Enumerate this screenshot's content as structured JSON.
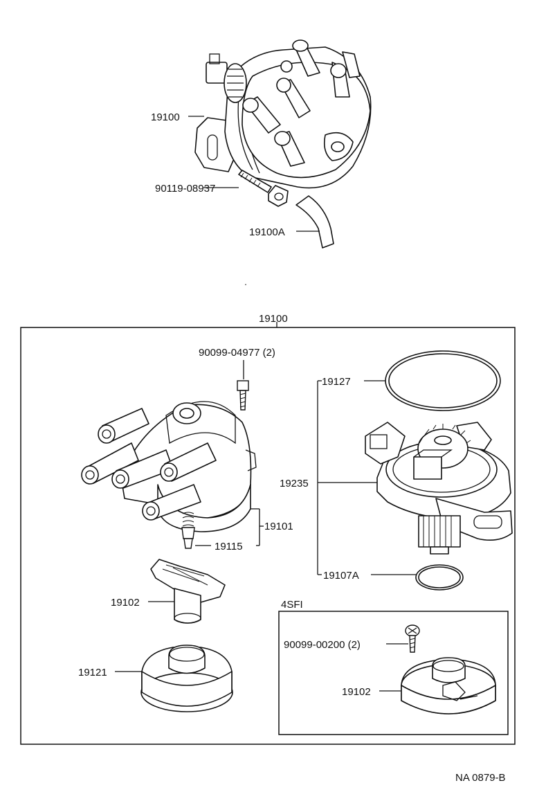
{
  "labels": {
    "assy_top": "19100",
    "bolt_top": "90119-08937",
    "plate": "19100A",
    "assy_box": "19100",
    "screw_cap": "90099-04977 (2)",
    "oring_large": "19127",
    "housing": "19235",
    "cap": "19101",
    "brush": "19115",
    "rotor": "19102",
    "cover": "19121",
    "oring_small": "19107A",
    "sub_box": "4SFI",
    "screw_rotor": "90099-00200 (2)",
    "rotor_sfi": "19102"
  },
  "ref_code": "NA 0879-B"
}
